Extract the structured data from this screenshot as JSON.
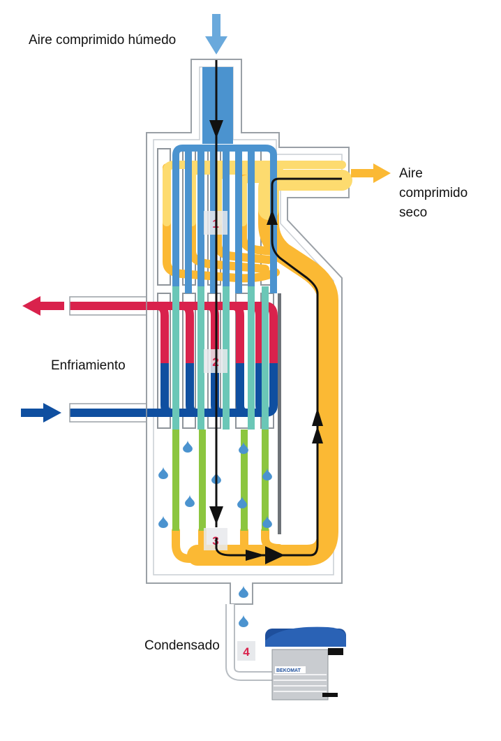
{
  "labels": {
    "wet_air_in": "Aire comprimido húmedo",
    "dry_air_out": [
      "Aire",
      "comprimido",
      "seco"
    ],
    "cooling": "Enfriamiento",
    "condensate": "Condensado"
  },
  "stage_numbers": [
    "1",
    "2",
    "3",
    "4"
  ],
  "drain_brand": "BEKOMAT",
  "colors": {
    "wet_air": "#4b93cf",
    "dry_air": "#fbb934",
    "dry_air_light": "#fddb6f",
    "coolant_hot": "#d9224c",
    "coolant_cold": "#0f4fa0",
    "cold_section": "#6bc7b7",
    "condensing": "#8cc63f",
    "flow_arrow": "#111111",
    "housing": "#9aa0a6",
    "drain_cover": "#1e4f9c",
    "stage_number": "#d9224c"
  },
  "icons": [
    "arrow-down-icon",
    "arrow-right-icon",
    "arrow-left-icon",
    "droplet-icon"
  ]
}
